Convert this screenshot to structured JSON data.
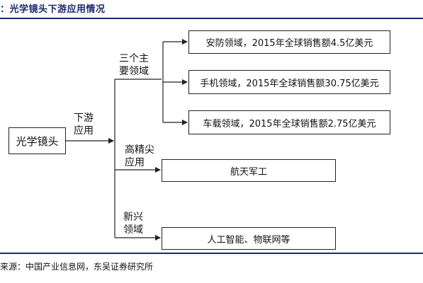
{
  "title": "：光学镜头下游应用情况",
  "source_box": "光学镜头",
  "downstream_label": [
    "下游",
    "应用"
  ],
  "groups": [
    {
      "label": [
        "三个主",
        "要领域"
      ]
    },
    {
      "label": [
        "高精尖",
        "应用"
      ]
    },
    {
      "label": [
        "新兴",
        "领域"
      ]
    }
  ],
  "leaves": [
    "安防领域，2015年全球销售额4.5亿美元",
    "手机领域，2015年全球销售额30.75亿美元",
    "车载领域，2015年全球销售额2.75亿美元",
    "航天军工",
    "人工智能、物联网等"
  ],
  "footer": "来源：中国产业信息网，东吴证券研究所"
}
